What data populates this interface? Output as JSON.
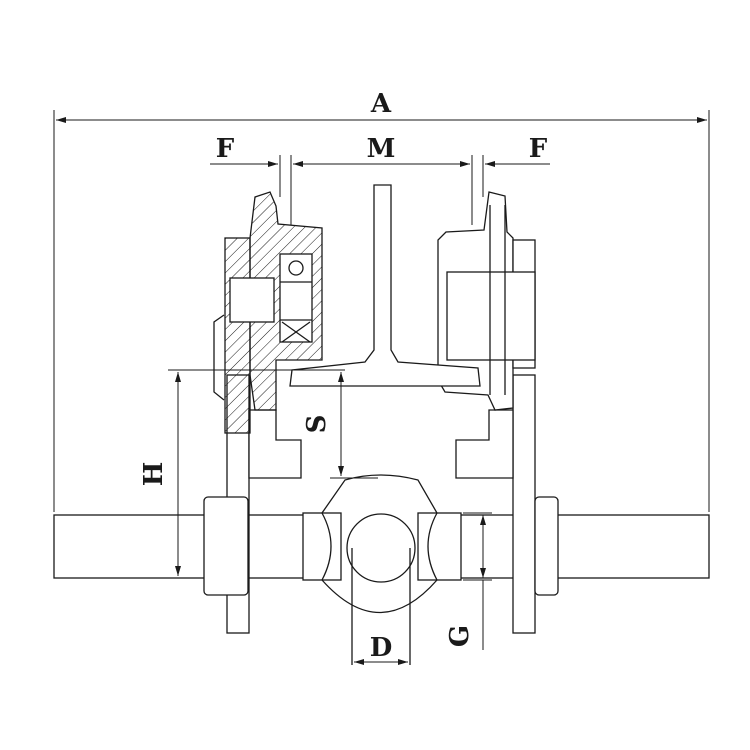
{
  "drawing": {
    "title": "",
    "labels": {
      "A": "A",
      "F_left": "F",
      "M": "M",
      "F_right": "F",
      "S": "S",
      "H": "H",
      "G": "G",
      "D": "D"
    },
    "colors": {
      "line": "#1a1a1a",
      "background": "#ffffff"
    }
  }
}
